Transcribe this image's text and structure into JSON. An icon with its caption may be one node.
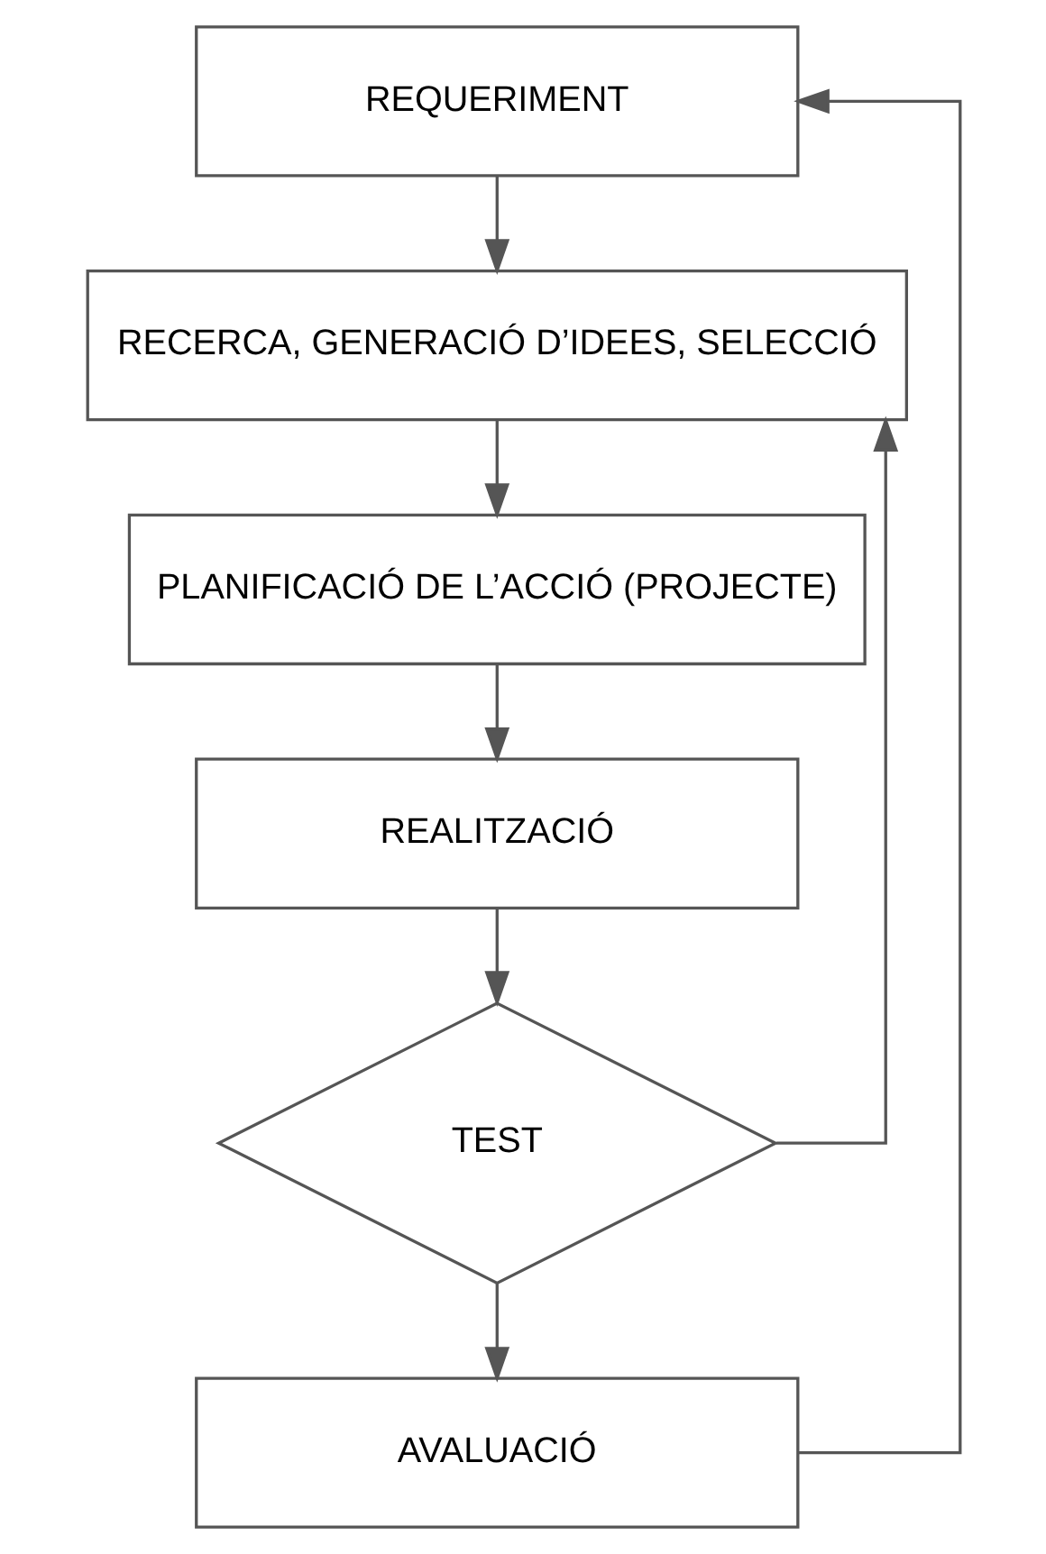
{
  "diagram": {
    "nodes": [
      {
        "text": [
          "REQUERIMENT"
        ]
      },
      {
        "text": [
          "RECERCA, GENERACIÓ D’IDEES, SELECCIÓ"
        ]
      },
      {
        "text": [
          "PLANIFICACIÓ DE L’ACCIÓ (PROJECTE)"
        ]
      },
      {
        "text": [
          "REALITZACIÓ"
        ]
      },
      {
        "text": [
          "TEST"
        ]
      },
      {
        "text": [
          "AVALUACIÓ"
        ]
      }
    ],
    "edges": [
      {
        "from": 0,
        "to": 1,
        "arrow": "to"
      },
      {
        "from": 1,
        "to": 2,
        "arrow": "to"
      },
      {
        "from": 2,
        "to": 3,
        "arrow": "to"
      },
      {
        "from": 3,
        "to": 4,
        "arrow": "to"
      },
      {
        "from": 4,
        "to": 5,
        "arrow": "to"
      },
      {
        "from": 4,
        "to": 1,
        "arrow": "to"
      },
      {
        "from": 5,
        "to": 0,
        "arrow": "to"
      }
    ]
  }
}
